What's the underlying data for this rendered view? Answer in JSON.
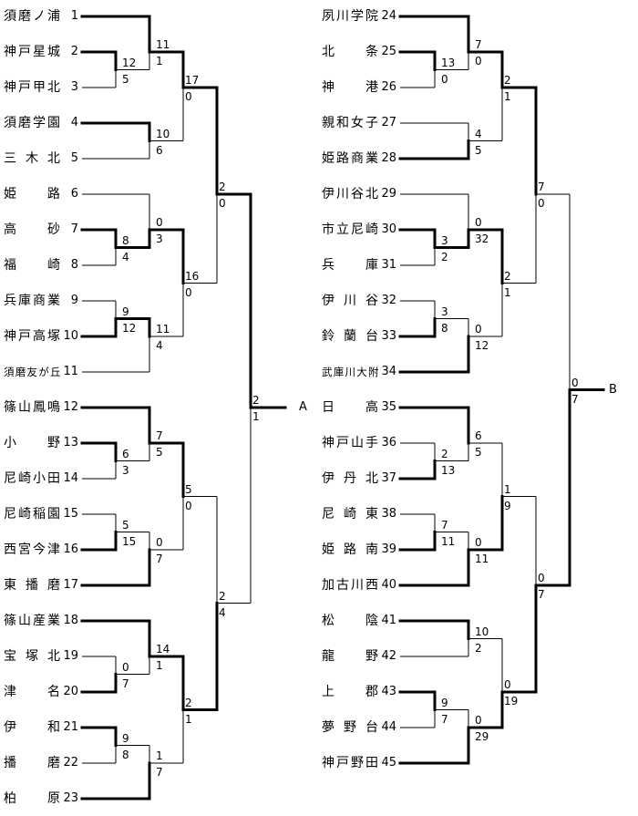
{
  "left": {
    "result_label": "A",
    "teams": [
      {
        "seed": 1,
        "name": "須磨ノ浦"
      },
      {
        "seed": 2,
        "name": "神戸星城"
      },
      {
        "seed": 3,
        "name": "神戸甲北"
      },
      {
        "seed": 4,
        "name": "須磨学園"
      },
      {
        "seed": 5,
        "name": "三木北"
      },
      {
        "seed": 6,
        "name": "姫路"
      },
      {
        "seed": 7,
        "name": "高砂"
      },
      {
        "seed": 8,
        "name": "福崎"
      },
      {
        "seed": 9,
        "name": "兵庫商業"
      },
      {
        "seed": 10,
        "name": "神戸高塚"
      },
      {
        "seed": 11,
        "name": "須磨友が丘"
      },
      {
        "seed": 12,
        "name": "篠山鳳鳴"
      },
      {
        "seed": 13,
        "name": "小野"
      },
      {
        "seed": 14,
        "name": "尼崎小田"
      },
      {
        "seed": 15,
        "name": "尼崎稲園"
      },
      {
        "seed": 16,
        "name": "西宮今津"
      },
      {
        "seed": 17,
        "name": "東播磨"
      },
      {
        "seed": 18,
        "name": "篠山産業"
      },
      {
        "seed": 19,
        "name": "宝塚北"
      },
      {
        "seed": 20,
        "name": "津名"
      },
      {
        "seed": 21,
        "name": "伊和"
      },
      {
        "seed": 22,
        "name": "播磨"
      },
      {
        "seed": 23,
        "name": "柏原"
      }
    ],
    "bracket": {
      "score": [
        2,
        1
      ],
      "top": {
        "score": [
          2,
          0
        ],
        "top": {
          "score": [
            17,
            0
          ],
          "top": {
            "score": [
              11,
              1
            ],
            "top": {
              "team": 1
            },
            "bottom": {
              "score": [
                12,
                5
              ],
              "top": {
                "team": 2
              },
              "bottom": {
                "team": 3
              }
            }
          },
          "bottom": {
            "score": [
              10,
              6
            ],
            "top": {
              "team": 4
            },
            "bottom": {
              "team": 5
            }
          }
        },
        "bottom": {
          "score": [
            16,
            0
          ],
          "top": {
            "score": [
              0,
              3
            ],
            "top": {
              "team": 6
            },
            "bottom": {
              "score": [
                8,
                4
              ],
              "top": {
                "team": 7
              },
              "bottom": {
                "team": 8
              }
            }
          },
          "bottom": {
            "score": [
              11,
              4
            ],
            "top": {
              "score": [
                9,
                12
              ],
              "top": {
                "team": 9
              },
              "bottom": {
                "team": 10
              }
            },
            "bottom": {
              "team": 11
            }
          }
        }
      },
      "bottom": {
        "score": [
          2,
          4
        ],
        "top": {
          "score": [
            5,
            0
          ],
          "top": {
            "score": [
              7,
              5
            ],
            "top": {
              "team": 12
            },
            "bottom": {
              "score": [
                6,
                3
              ],
              "top": {
                "team": 13
              },
              "bottom": {
                "team": 14
              }
            }
          },
          "bottom": {
            "score": [
              0,
              7
            ],
            "top": {
              "score": [
                5,
                15
              ],
              "top": {
                "team": 15
              },
              "bottom": {
                "team": 16
              }
            },
            "bottom": {
              "team": 17
            }
          }
        },
        "bottom": {
          "score": [
            2,
            1
          ],
          "top": {
            "score": [
              14,
              1
            ],
            "top": {
              "team": 18
            },
            "bottom": {
              "score": [
                0,
                7
              ],
              "top": {
                "team": 19
              },
              "bottom": {
                "team": 20
              }
            }
          },
          "bottom": {
            "score": [
              1,
              7
            ],
            "top": {
              "score": [
                9,
                8
              ],
              "top": {
                "team": 21
              },
              "bottom": {
                "team": 22
              }
            },
            "bottom": {
              "team": 23
            }
          }
        }
      }
    }
  },
  "right": {
    "result_label": "B",
    "teams": [
      {
        "seed": 24,
        "name": "夙川学院"
      },
      {
        "seed": 25,
        "name": "北条"
      },
      {
        "seed": 26,
        "name": "神港"
      },
      {
        "seed": 27,
        "name": "親和女子"
      },
      {
        "seed": 28,
        "name": "姫路商業"
      },
      {
        "seed": 29,
        "name": "伊川谷北"
      },
      {
        "seed": 30,
        "name": "市立尼崎"
      },
      {
        "seed": 31,
        "name": "兵庫"
      },
      {
        "seed": 32,
        "name": "伊川谷"
      },
      {
        "seed": 33,
        "name": "鈴蘭台"
      },
      {
        "seed": 34,
        "name": "武庫川大附"
      },
      {
        "seed": 35,
        "name": "日高"
      },
      {
        "seed": 36,
        "name": "神戸山手"
      },
      {
        "seed": 37,
        "name": "伊丹北"
      },
      {
        "seed": 38,
        "name": "尼崎東"
      },
      {
        "seed": 39,
        "name": "姫路南"
      },
      {
        "seed": 40,
        "name": "加古川西"
      },
      {
        "seed": 41,
        "name": "松陰"
      },
      {
        "seed": 42,
        "name": "龍野"
      },
      {
        "seed": 43,
        "name": "上郡"
      },
      {
        "seed": 44,
        "name": "夢野台"
      },
      {
        "seed": 45,
        "name": "神戸野田"
      }
    ],
    "bracket": {
      "score": [
        0,
        7
      ],
      "top": {
        "score": [
          7,
          0
        ],
        "top": {
          "score": [
            2,
            1
          ],
          "top": {
            "score": [
              7,
              0
            ],
            "top": {
              "team": 24
            },
            "bottom": {
              "score": [
                13,
                0
              ],
              "top": {
                "team": 25
              },
              "bottom": {
                "team": 26
              }
            }
          },
          "bottom": {
            "score": [
              4,
              5
            ],
            "top": {
              "team": 27
            },
            "bottom": {
              "team": 28
            }
          }
        },
        "bottom": {
          "score": [
            2,
            1
          ],
          "top": {
            "score": [
              0,
              32
            ],
            "top": {
              "team": 29
            },
            "bottom": {
              "score": [
                3,
                2
              ],
              "top": {
                "team": 30
              },
              "bottom": {
                "team": 31
              }
            }
          },
          "bottom": {
            "score": [
              0,
              12
            ],
            "top": {
              "score": [
                3,
                8
              ],
              "top": {
                "team": 32
              },
              "bottom": {
                "team": 33
              }
            },
            "bottom": {
              "team": 34
            }
          }
        }
      },
      "bottom": {
        "score": [
          0,
          7
        ],
        "top": {
          "score": [
            1,
            9
          ],
          "top": {
            "score": [
              6,
              5
            ],
            "top": {
              "team": 35
            },
            "bottom": {
              "score": [
                2,
                13
              ],
              "top": {
                "team": 36
              },
              "bottom": {
                "team": 37
              }
            }
          },
          "bottom": {
            "score": [
              0,
              11
            ],
            "top": {
              "score": [
                7,
                11
              ],
              "top": {
                "team": 38
              },
              "bottom": {
                "team": 39
              }
            },
            "bottom": {
              "team": 40
            }
          }
        },
        "bottom": {
          "score": [
            0,
            19
          ],
          "top": {
            "score": [
              10,
              2
            ],
            "top": {
              "team": 41
            },
            "bottom": {
              "team": 42
            }
          },
          "bottom": {
            "score": [
              0,
              29
            ],
            "top": {
              "score": [
                9,
                7
              ],
              "top": {
                "team": 43
              },
              "bottom": {
                "team": 44
              }
            },
            "bottom": {
              "team": 45
            }
          }
        }
      }
    }
  }
}
